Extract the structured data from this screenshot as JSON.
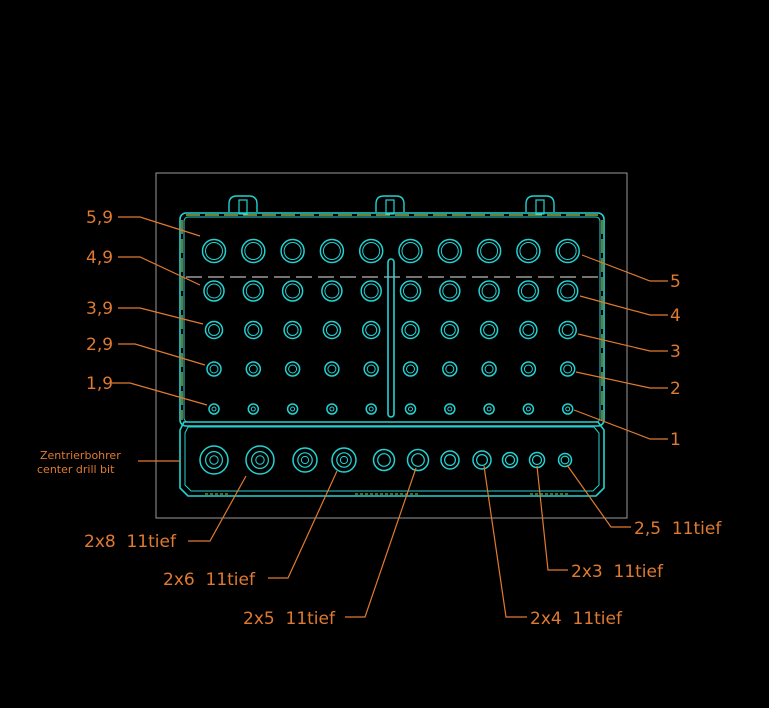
{
  "colors": {
    "background": "#000000",
    "outline": "#23d2d2",
    "annotation": "#e07a30",
    "hidden_line": "#b8c84a",
    "frame": "#9a9a9a"
  },
  "rows": [
    {
      "left_label": "5,9",
      "right_label": "5",
      "count": 10
    },
    {
      "left_label": "4,9",
      "right_label": "4",
      "count": 10
    },
    {
      "left_label": "3,9",
      "right_label": "3",
      "count": 10
    },
    {
      "left_label": "2,9",
      "right_label": "2",
      "count": 10
    },
    {
      "left_label": "1,9",
      "right_label": "1",
      "count": 10
    }
  ],
  "center_drill": {
    "label_line1": "Zentrierbohrer",
    "label_line2": "center drill bit"
  },
  "callouts": [
    {
      "text": "2x8  11tief"
    },
    {
      "text": "2x6  11tief"
    },
    {
      "text": "2x5  11tief"
    },
    {
      "text": "2x4  11tief"
    },
    {
      "text": "2x3  11tief"
    },
    {
      "text": "2,5  11tief"
    }
  ]
}
